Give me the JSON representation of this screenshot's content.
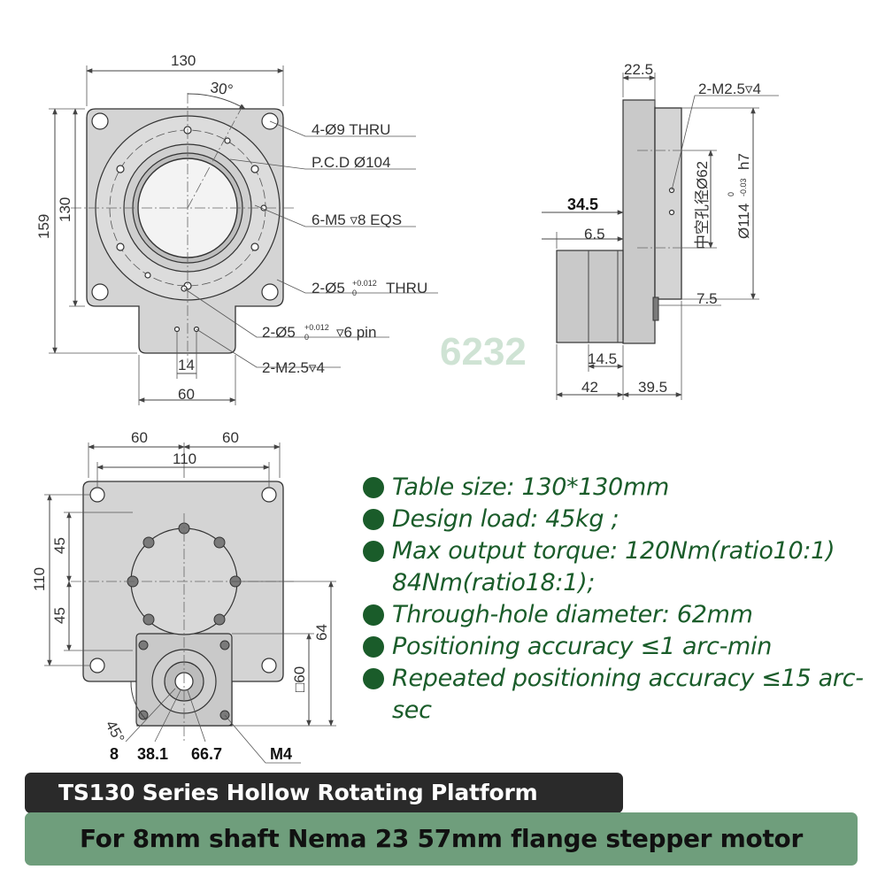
{
  "top_view": {
    "dim_width": "130",
    "dim_angle": "30°",
    "dim_height_outer": "159",
    "dim_height_inner": "130",
    "dim_base_width": "60",
    "dim_pin_spacing": "14",
    "callouts": [
      "4-Ø9 THRU",
      "P.C.D Ø104",
      "6-M5 ▿8 EQS",
      "2-Ø5",
      "THRU",
      "2-Ø5",
      "▿6 pin",
      "2-M2.5▿4"
    ],
    "tolerance": {
      "upper": "+0.012",
      "lower": "0"
    }
  },
  "side_view": {
    "dim_top": "22.5",
    "callout_top": "2-M2.5▿4",
    "dim_left_bold": "34.5",
    "dim_6_5": "6.5",
    "dim_hollow": "中空孔径Ø62",
    "dim_outer": "Ø114",
    "dim_outer_tol_upper": "0",
    "dim_outer_tol_lower": "-0.03",
    "dim_outer_fit": "h7",
    "dim_7_5": "7.5",
    "dim_14_5": "14.5",
    "dim_42": "42",
    "dim_39_5": "39.5"
  },
  "watermark": "6232",
  "bottom_view": {
    "dim_left_60": "60",
    "dim_right_60": "60",
    "dim_110_horizontal": "110",
    "dim_110_vertical": "110",
    "dim_45_upper": "45",
    "dim_45_lower": "45",
    "dim_64": "64",
    "dim_square_60": "□60",
    "dim_angle": "45°",
    "bottom_labels": [
      "8",
      "38.1",
      "66.7",
      "M4"
    ]
  },
  "specs": [
    "Table size: 130*130mm",
    "Design load: 45kg ;",
    "Max output torque: 120Nm(ratio10:1) 84Nm(ratio18:1);",
    "Through-hole diameter: 62mm",
    "Positioning accuracy ≤1 arc-min",
    "Repeated positioning accuracy ≤15 arc-sec"
  ],
  "title": "TS130 Series Hollow Rotating Platform",
  "subtitle": "For 8mm shaft Nema 23 57mm flange stepper motor",
  "colors": {
    "spec_green": "#1a5c2a",
    "title_bg": "#2a2a2a",
    "subtitle_bg": "#6f9e7c",
    "watermark": "#cfe3d4"
  }
}
